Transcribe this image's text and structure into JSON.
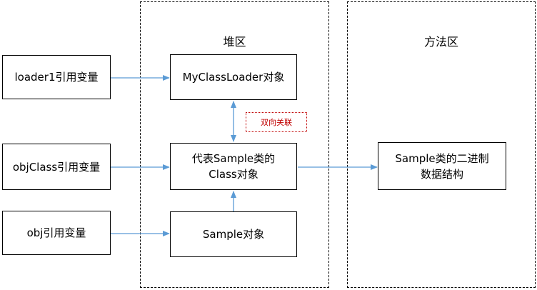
{
  "colors": {
    "arrow": "#5b9bd5",
    "note": "#c00000",
    "border": "#000000"
  },
  "regions": {
    "heap": {
      "label": "堆区"
    },
    "method_area": {
      "label": "方法区"
    }
  },
  "boxes": {
    "loader1_var": "loader1引用变量",
    "objclass_var": "objClass引用变量",
    "obj_var": "obj引用变量",
    "myclassloader_obj": "MyClassLoader对象",
    "class_obj_line1": "代表Sample类的",
    "class_obj_line2": "Class对象",
    "sample_obj": "Sample对象",
    "binary_line1": "Sample类的二进制",
    "binary_line2": "数据结构"
  },
  "note": "双向关联"
}
